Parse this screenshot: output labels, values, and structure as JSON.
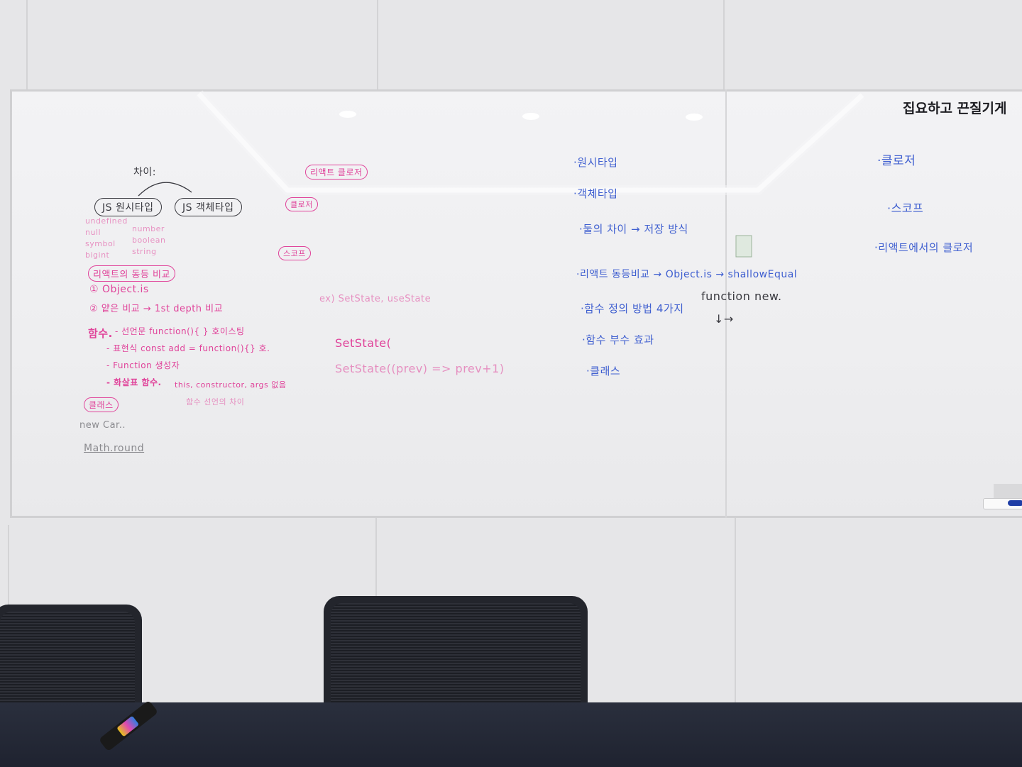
{
  "slogan": "집요하고 끈질기게",
  "pink_notes": {
    "top_label": "차이:",
    "bubble_primitive": "JS 원시타입",
    "bubble_object": "JS 객체타입",
    "faint_list": [
      "undefined",
      "null",
      "symbol",
      "bigint",
      "number",
      "boolean",
      "string"
    ],
    "compare_heading": "리액트의 동등 비교",
    "object_is": "① Object.is",
    "shallow": "② 얕은 비교 → 1st depth 비교",
    "func_heading": "함수.",
    "decl": "- 선언문 function(){ } 호이스팅",
    "expr": "- 표현식 const add = function(){} 호.",
    "ctor": "- Function 생성자",
    "arrow": "- 화살표 함수.",
    "this_note": "this, constructor, args 없음",
    "arrow_note": "함수 선언의 차이",
    "class_heading": "클래스",
    "setstate_1": "SetState(",
    "setstate_2": "SetState((prev) => prev+1)",
    "faint_line": "ex) SetState, useState",
    "react_closure": "리액트 클로저",
    "closure_small": "클로저",
    "scope_small": "스코프"
  },
  "dark_notes": {
    "new_instance": "new Car..",
    "math_round": "Math.round",
    "function_new": "function new.",
    "arrow_mark": "↓→"
  },
  "blue_notes": {
    "items": [
      "·원시타입",
      "·객체타입",
      "·둘의 차이 → 저장 방식",
      "·리액트 동등비교 → Object.is → shallowEqual",
      "·함수 정의 방법 4가지",
      "·함수 부수 효과",
      "·클래스"
    ],
    "right_items": [
      "·클로저",
      "·스코프",
      "·리액트에서의 클로저"
    ]
  },
  "colors": {
    "pink": "#e0439a",
    "blue": "#3f5fd0",
    "dark": "#3a3a40",
    "table": "#23283a"
  }
}
